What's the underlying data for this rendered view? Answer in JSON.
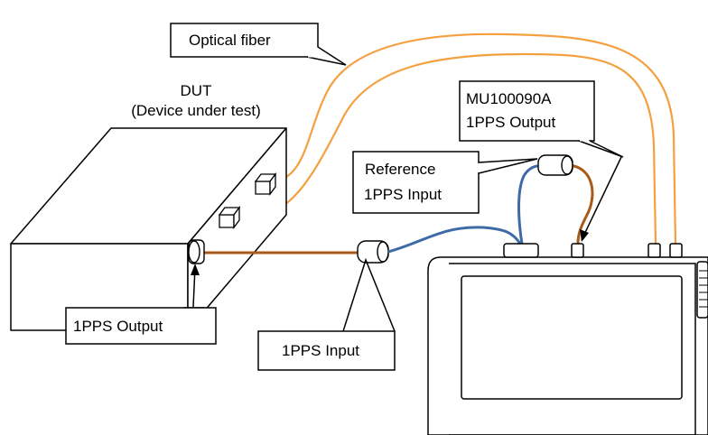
{
  "labels": {
    "optical_fiber": "Optical fiber",
    "dut_line1": "DUT",
    "dut_line2": "(Device under test)",
    "mu_line1": "MU100090A",
    "mu_line2": "1PPS Output",
    "ref_line1": "Reference",
    "ref_line2": "1PPS Input",
    "dut_output": "1PPS Output",
    "pps_input": "1PPS Input"
  },
  "colors": {
    "optical_fiber": "#f5a040",
    "coax_blue": "#3e6aa6",
    "coax_brown": "#a85a1a",
    "outline": "#000000",
    "background": "#ffffff"
  }
}
